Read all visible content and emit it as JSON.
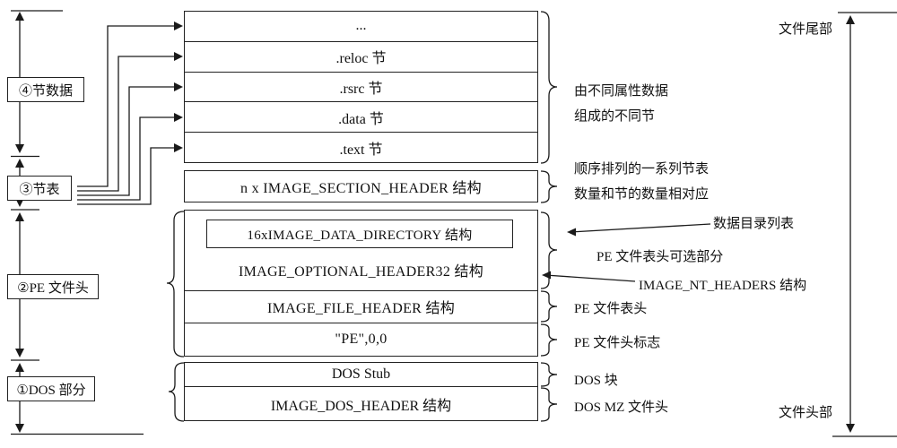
{
  "left_labels": {
    "section_data": "④节数据",
    "section_table": "③节表",
    "pe_header": "②PE 文件头",
    "dos_part": "①DOS 部分"
  },
  "column": {
    "sections": [
      "...",
      ".reloc 节",
      ".rsrc 节",
      ".data 节",
      ".text 节"
    ],
    "section_header": "n x IMAGE_SECTION_HEADER 结构",
    "data_directory": "16xIMAGE_DATA_DIRECTORY 结构",
    "optional_header": "IMAGE_OPTIONAL_HEADER32 结构",
    "file_header": "IMAGE_FILE_HEADER 结构",
    "pe_signature": "\"PE\",0,0",
    "dos_stub": "DOS Stub",
    "dos_header": "IMAGE_DOS_HEADER 结构"
  },
  "annotations": {
    "file_tail": "文件尾部",
    "sections_note_line1": "由不同属性数据",
    "sections_note_line2": "组成的不同节",
    "table_note_line1": "顺序排列的一系列节表",
    "table_note_line2": "数量和节的数量相对应",
    "data_directory_note": "数据目录列表",
    "optional_part_note": "PE 文件表头可选部分",
    "nt_headers_note": "IMAGE_NT_HEADERS 结构",
    "file_header_note": "PE 文件表头",
    "pe_flag_note": "PE 文件头标志",
    "dos_block_note": "DOS 块",
    "dos_mz_note": "DOS MZ 文件头",
    "file_head": "文件头部"
  }
}
